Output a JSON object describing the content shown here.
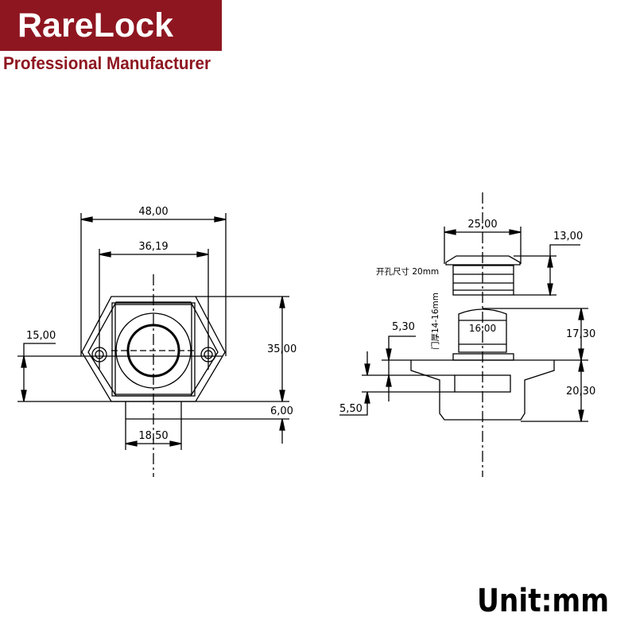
{
  "brand": {
    "name": "RareLock",
    "tagline": "Professional Manufacturer",
    "color": "#8e1620"
  },
  "unit_label": "Unit:mm",
  "front_view": {
    "dimensions": {
      "overall_width": "48,00",
      "hole_spacing": "36,19",
      "hole_offset_height": "15,00",
      "body_height": "35,00",
      "bottom_tab_height": "6,00",
      "bottom_tab_width": "18,50"
    }
  },
  "side_view": {
    "dimensions": {
      "button_diameter": "25,00",
      "button_height": "13,00",
      "core_width": "16,00",
      "upper_height": "17,30",
      "lower_height": "20,30",
      "flange_offset": "5,30",
      "slot_height": "5,50"
    },
    "annotations": {
      "hole_size": "开孔尺寸 20mm",
      "door_thickness": "门厚14-16mm"
    }
  }
}
